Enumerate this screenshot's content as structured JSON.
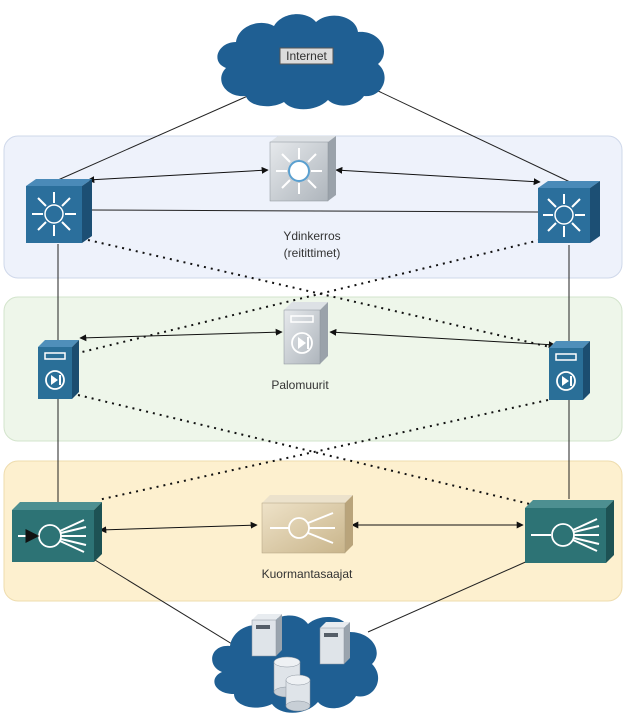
{
  "internet_label": "Internet",
  "layers": {
    "core": {
      "label_line1": "Ydinkerros",
      "label_line2": "(reitittimet)"
    },
    "firewall": {
      "label": "Palomuurit"
    },
    "loadbalancer": {
      "label": "Kuormantasaajat"
    }
  },
  "colors": {
    "cloud": "#1f5f93",
    "core_band": "#eef2fb",
    "core_band_stroke": "#cfd8ea",
    "firewall_band": "#eef6ea",
    "firewall_band_stroke": "#d3e4cc",
    "lb_band": "#fdf0cf",
    "lb_band_stroke": "#eedcae",
    "switch": "#2b6f9c",
    "switch_side": "#1c4f74",
    "firewall_device": "#2a6f98",
    "lb_device": "#2d7375",
    "gray_device": "#c3c9cf",
    "tan_device": "#d9c8a6"
  }
}
